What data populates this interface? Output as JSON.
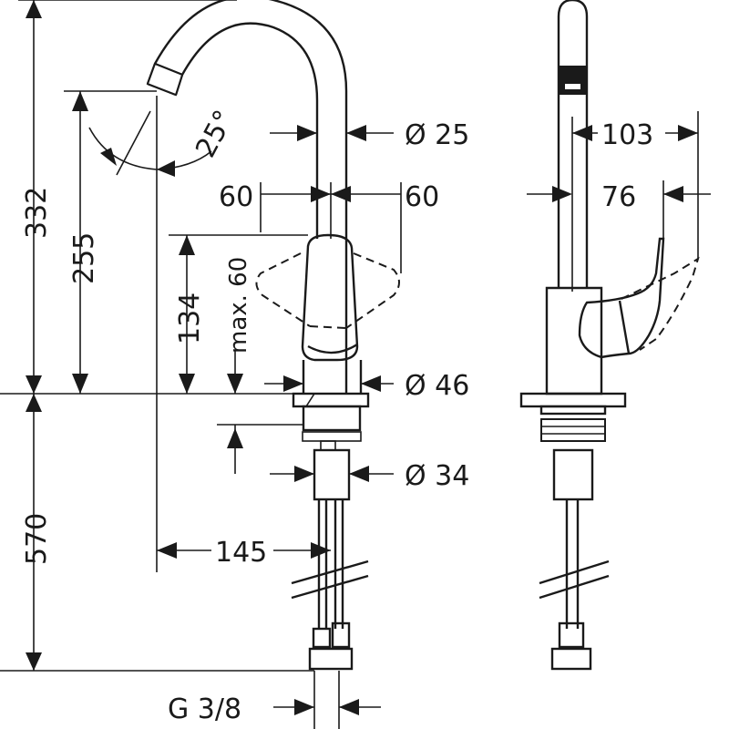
{
  "front_view": {
    "dim_332": "332",
    "dim_255": "255",
    "dim_134": "134",
    "dim_max60": "max. 60",
    "dim_570": "570",
    "dim_145": "145",
    "dim_60_left": "60",
    "dim_60_right": "60",
    "dim_d25": "Ø 25",
    "dim_d46": "Ø 46",
    "dim_d34": "Ø 34",
    "dim_angle": "25°",
    "dim_thread": "G 3/8"
  },
  "side_view": {
    "dim_103": "103",
    "dim_76": "76"
  }
}
